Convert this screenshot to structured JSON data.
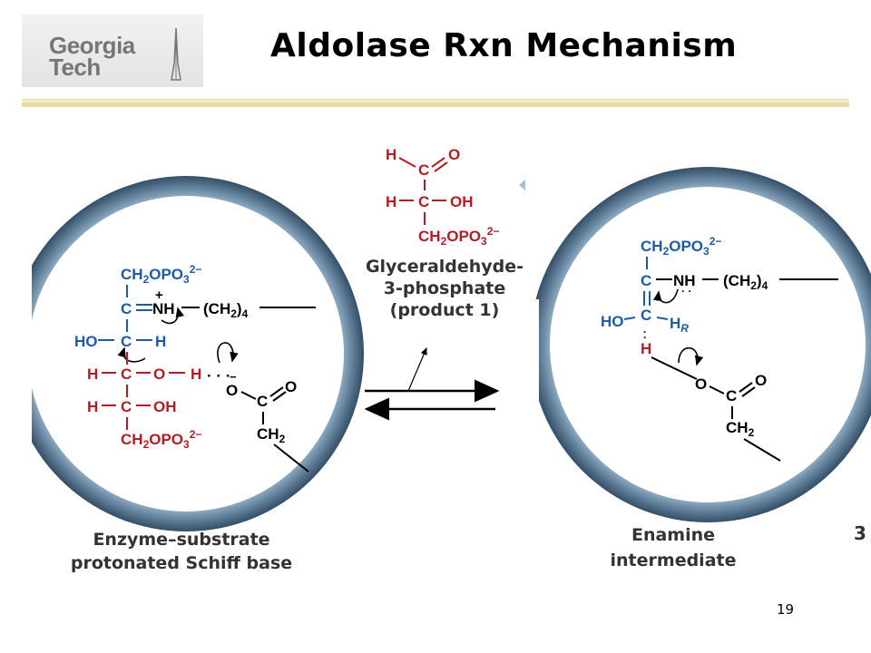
{
  "header": {
    "title": "Aldolase Rxn Mechanism",
    "logo_line1": "Georgia",
    "logo_line2": "Tech"
  },
  "footer": {
    "page_number": "19"
  },
  "labels": {
    "left_caption_1": "Enzyme–substrate",
    "left_caption_2": "protonated Schiff base",
    "right_caption_1": "Enamine",
    "right_caption_2": "intermediate",
    "product_1": "Glyceraldehyde-",
    "product_2": "3-phosphate",
    "product_3": "(product 1)",
    "cropped_digit": "3"
  },
  "colors": {
    "red": "#b01e23",
    "blue": "#1f5aa6",
    "black": "#000000",
    "rule": "#e9d8a0",
    "ring": "#5c7c97"
  }
}
